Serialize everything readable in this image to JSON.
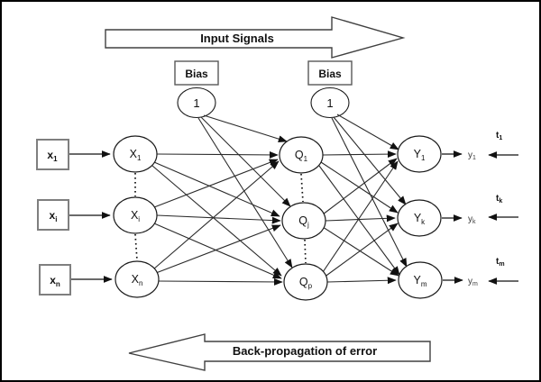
{
  "flow_arrows": {
    "top_label": "Input Signals",
    "bottom_label": "Back-propagation of error"
  },
  "bias_units": [
    {
      "label": "Bias",
      "value": "1"
    },
    {
      "label": "Bias",
      "value": "1"
    }
  ],
  "input_boxes": [
    {
      "base": "x",
      "sub": "1"
    },
    {
      "base": "x",
      "sub": "i"
    },
    {
      "base": "x",
      "sub": "n"
    }
  ],
  "input_nodes": [
    {
      "base": "X",
      "sub": "1"
    },
    {
      "base": "X",
      "sub": "i"
    },
    {
      "base": "X",
      "sub": "n"
    }
  ],
  "hidden_nodes": [
    {
      "base": "Q",
      "sub": "1"
    },
    {
      "base": "Q",
      "sub": "j"
    },
    {
      "base": "Q",
      "sub": "p"
    }
  ],
  "output_nodes": [
    {
      "base": "Y",
      "sub": "1"
    },
    {
      "base": "Y",
      "sub": "k"
    },
    {
      "base": "Y",
      "sub": "m"
    }
  ],
  "output_labels": [
    {
      "base": "y",
      "sub": "1"
    },
    {
      "base": "y",
      "sub": "k"
    },
    {
      "base": "y",
      "sub": "m"
    }
  ],
  "target_labels": [
    {
      "base": "t",
      "sub": "1"
    },
    {
      "base": "t",
      "sub": "k"
    },
    {
      "base": "t",
      "sub": "m"
    }
  ],
  "colors": {
    "line": "#2b2b2b",
    "node_stroke": "#1a1a1a",
    "input_box_border": "#7f7f7f",
    "arrow_outline": "#404040",
    "background": "#ffffff"
  }
}
